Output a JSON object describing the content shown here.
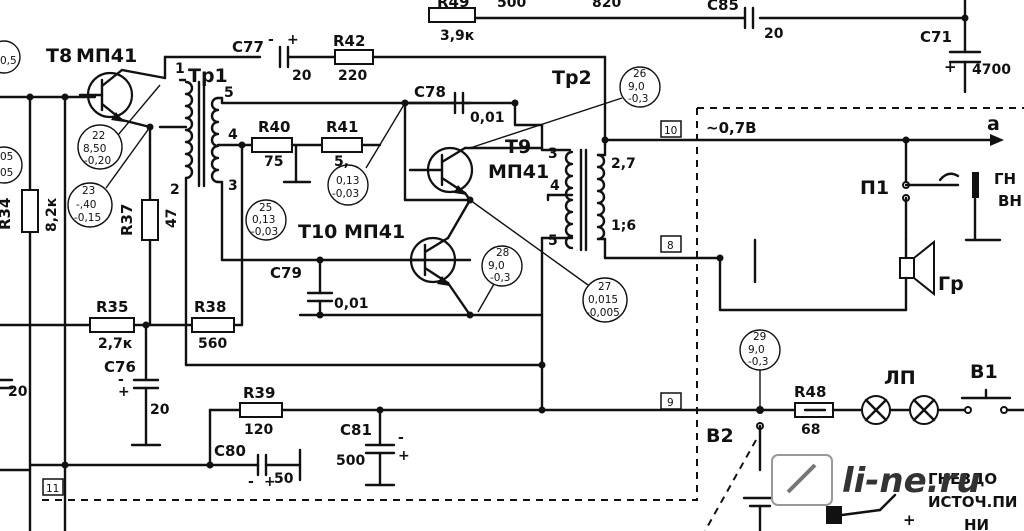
{
  "components": {
    "r49": {
      "ref": "R49",
      "value": "3,9к"
    },
    "c85": {
      "ref": "C85",
      "value": "20"
    },
    "c71": {
      "ref": "C71",
      "value": "4700"
    },
    "c77": {
      "ref": "C77",
      "value": "20"
    },
    "r42": {
      "ref": "R42",
      "value": "220"
    },
    "c78": {
      "ref": "C78",
      "value": "0,01"
    },
    "r40": {
      "ref": "R40",
      "value": "75"
    },
    "r41": {
      "ref": "R41",
      "value": "5,"
    },
    "r34": {
      "ref": "R34",
      "value": "8,2к"
    },
    "r37": {
      "ref": "R37",
      "value": "47"
    },
    "r35": {
      "ref": "R35",
      "value": "2,7к"
    },
    "r38": {
      "ref": "R38",
      "value": "560"
    },
    "c76": {
      "ref": "C76",
      "value": "20"
    },
    "c79": {
      "ref": "C79",
      "value": "0,01"
    },
    "r39": {
      "ref": "R39",
      "value": "120"
    },
    "c80": {
      "ref": "C80",
      "value": "50"
    },
    "c81": {
      "ref": "C81",
      "value": "500"
    },
    "r48": {
      "ref": "R48",
      "value": "68"
    }
  },
  "transistors": {
    "t8": {
      "ref": "T8",
      "type": "МП41"
    },
    "t9": {
      "ref": "T9",
      "type": "МП41"
    },
    "t10": {
      "ref": "T10",
      "type": "МП41"
    }
  },
  "transformers": {
    "tr1": {
      "ref": "Тр1",
      "pins": [
        "1",
        "5",
        "4",
        "3",
        "2"
      ]
    },
    "tr2": {
      "ref": "Тр2",
      "pins": [
        "3",
        "4",
        "5"
      ],
      "windings": [
        "2,7",
        "1;6"
      ]
    }
  },
  "voltage_points": [
    {
      "id": "21",
      "v1": "0,5"
    },
    {
      "id": "22",
      "v1": "8,50",
      "v2": "-0,20"
    },
    {
      "id": "23",
      "v1": "-,40",
      "v2": "-0,15"
    },
    {
      "id": "25",
      "v1": "0,13",
      "v2": "-0,03"
    },
    {
      "id": "26",
      "v1": "9,0",
      "v2": "-0,3"
    },
    {
      "id": "27",
      "v1": "0,015",
      "v2": "-0,005"
    },
    {
      "id": "28",
      "v1": "9,0",
      "v2": "-0,3"
    },
    {
      "id": "29",
      "v1": "9,0",
      "v2": "-0,3"
    },
    {
      "id": "left",
      "v1": "05",
      "v2": "05"
    },
    {
      "id": "mid",
      "v1": "0,13",
      "v2": "-0,03"
    }
  ],
  "nodes": {
    "n10": "10",
    "n8": "8",
    "n9": "9",
    "n11": "11"
  },
  "partial_labels": {
    "r49_left": "500",
    "r49_right": "820",
    "c_left": "20"
  },
  "output": {
    "voltage": "~0,7В",
    "terminal": "a"
  },
  "switches": {
    "p1": "П1",
    "b1": "В1",
    "b2": "В2"
  },
  "lamp": "ЛП",
  "speaker": "Гр",
  "jack": [
    "ГН",
    "ВН"
  ],
  "battery": "Б",
  "bottom_right": [
    "ГНЕЗДО",
    "ИСТОЧ.ПИ",
    "НИ"
  ],
  "plus": "+",
  "minus": "-",
  "watermark": "li-ne.ru"
}
